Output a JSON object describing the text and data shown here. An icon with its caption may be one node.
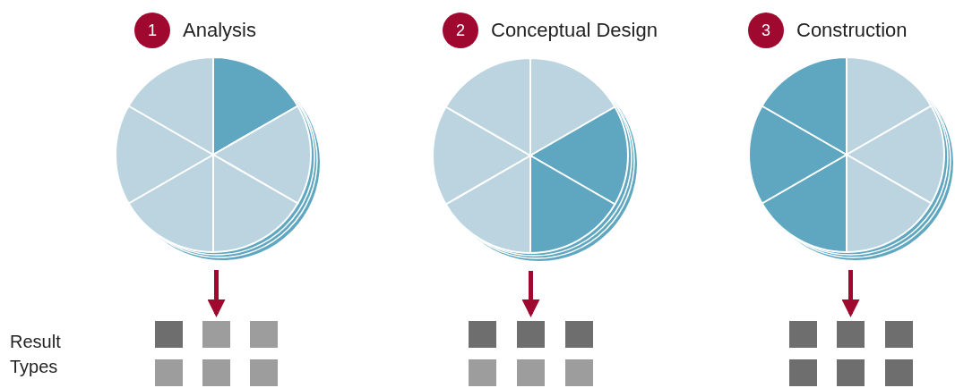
{
  "diagram": {
    "nodes": [
      {
        "text": [
          "1"
        ],
        "beside": [
          "Analysis"
        ]
      },
      {
        "text": [],
        "shape": "circle"
      },
      {
        "text": [],
        "shape": "box"
      },
      {
        "text": [],
        "shape": "box"
      },
      {
        "text": [],
        "shape": "box"
      },
      {
        "text": [],
        "shape": "box"
      },
      {
        "text": [],
        "shape": "box"
      },
      {
        "text": [],
        "shape": "box"
      },
      {
        "text": [
          "2"
        ],
        "beside": [
          "Conceptual Design"
        ]
      },
      {
        "text": [],
        "shape": "circle"
      },
      {
        "text": [],
        "shape": "box"
      },
      {
        "text": [],
        "shape": "box"
      },
      {
        "text": [],
        "shape": "box"
      },
      {
        "text": [],
        "shape": "box"
      },
      {
        "text": [],
        "shape": "box"
      },
      {
        "text": [],
        "shape": "box"
      },
      {
        "text": [
          "3"
        ],
        "beside": [
          "Construction"
        ]
      },
      {
        "text": [],
        "shape": "circle"
      },
      {
        "text": [],
        "shape": "box"
      },
      {
        "text": [],
        "shape": "box"
      },
      {
        "text": [],
        "shape": "box"
      },
      {
        "text": [],
        "shape": "box"
      },
      {
        "text": [],
        "shape": "box"
      },
      {
        "text": [],
        "shape": "box"
      }
    ],
    "edges": [
      {
        "from": 1,
        "to": 3,
        "arrow": "to"
      },
      {
        "from": 9,
        "to": 11,
        "arrow": "to"
      },
      {
        "from": 17,
        "to": 19,
        "arrow": "to"
      }
    ],
    "labels": [
      "Result Types"
    ]
  }
}
